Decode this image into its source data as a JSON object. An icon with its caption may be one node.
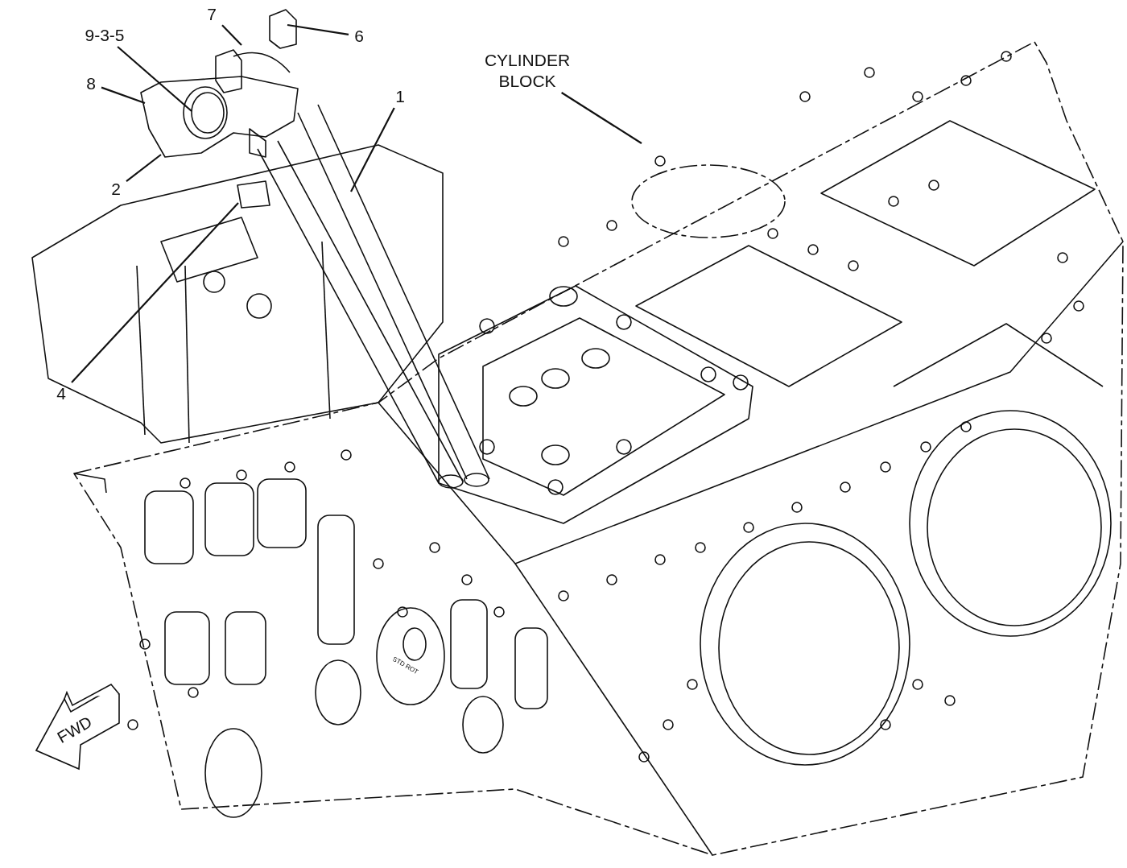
{
  "diagram": {
    "nodes": [
      {
        "text": [
          "9-3-5"
        ]
      },
      {
        "text": [
          "7"
        ]
      },
      {
        "text": [
          "6"
        ]
      },
      {
        "text": [
          "8"
        ]
      },
      {
        "text": [
          "2"
        ]
      },
      {
        "text": [
          "1"
        ]
      },
      {
        "text": [
          "4"
        ]
      },
      {
        "text": [
          "CYLINDER BLOCK"
        ]
      }
    ],
    "edges": [
      {
        "from": 0,
        "to": null,
        "arrow": "none"
      },
      {
        "from": 1,
        "to": null,
        "arrow": "none"
      },
      {
        "from": 2,
        "to": null,
        "arrow": "none"
      },
      {
        "from": 3,
        "to": null,
        "arrow": "none"
      },
      {
        "from": 4,
        "to": null,
        "arrow": "none"
      },
      {
        "from": 5,
        "to": null,
        "arrow": "none"
      },
      {
        "from": 6,
        "to": null,
        "arrow": "none"
      },
      {
        "from": 7,
        "to": null,
        "arrow": "none"
      }
    ],
    "labels": [
      "STD ROT",
      "FWD"
    ]
  }
}
